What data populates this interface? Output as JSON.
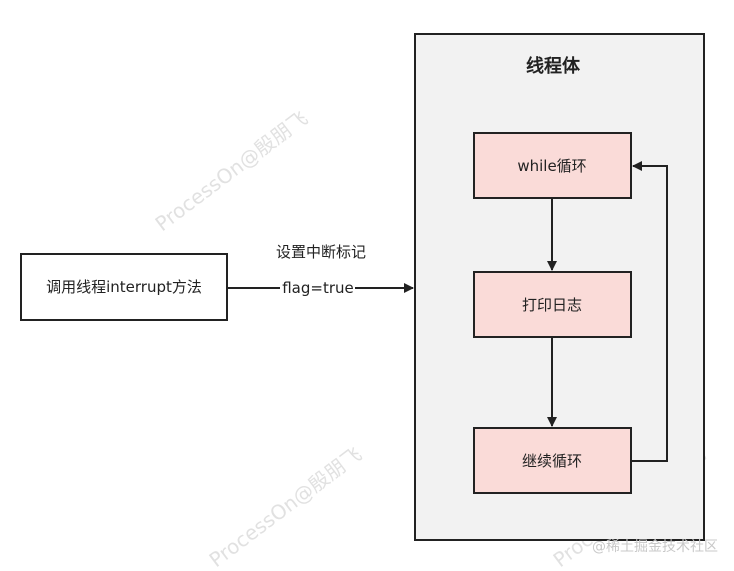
{
  "diagram": {
    "container": {
      "title": "线程体"
    },
    "nodes": {
      "caller": "调用线程interrupt方法",
      "while_loop": "while循环",
      "print_log": "打印日志",
      "continue_loop": "继续循环"
    },
    "edge_labels": {
      "set_flag_line1": "设置中断标记",
      "set_flag_line2": "flag=true"
    },
    "colors": {
      "node_fill": "#fadbd8",
      "container_fill": "#f2f2f2",
      "stroke": "#222222",
      "watermark": "#d8d8d8"
    }
  },
  "watermarks": {
    "processon": "ProcessOn@殷朋飞",
    "site_credit": "@稀土掘金技术社区"
  }
}
